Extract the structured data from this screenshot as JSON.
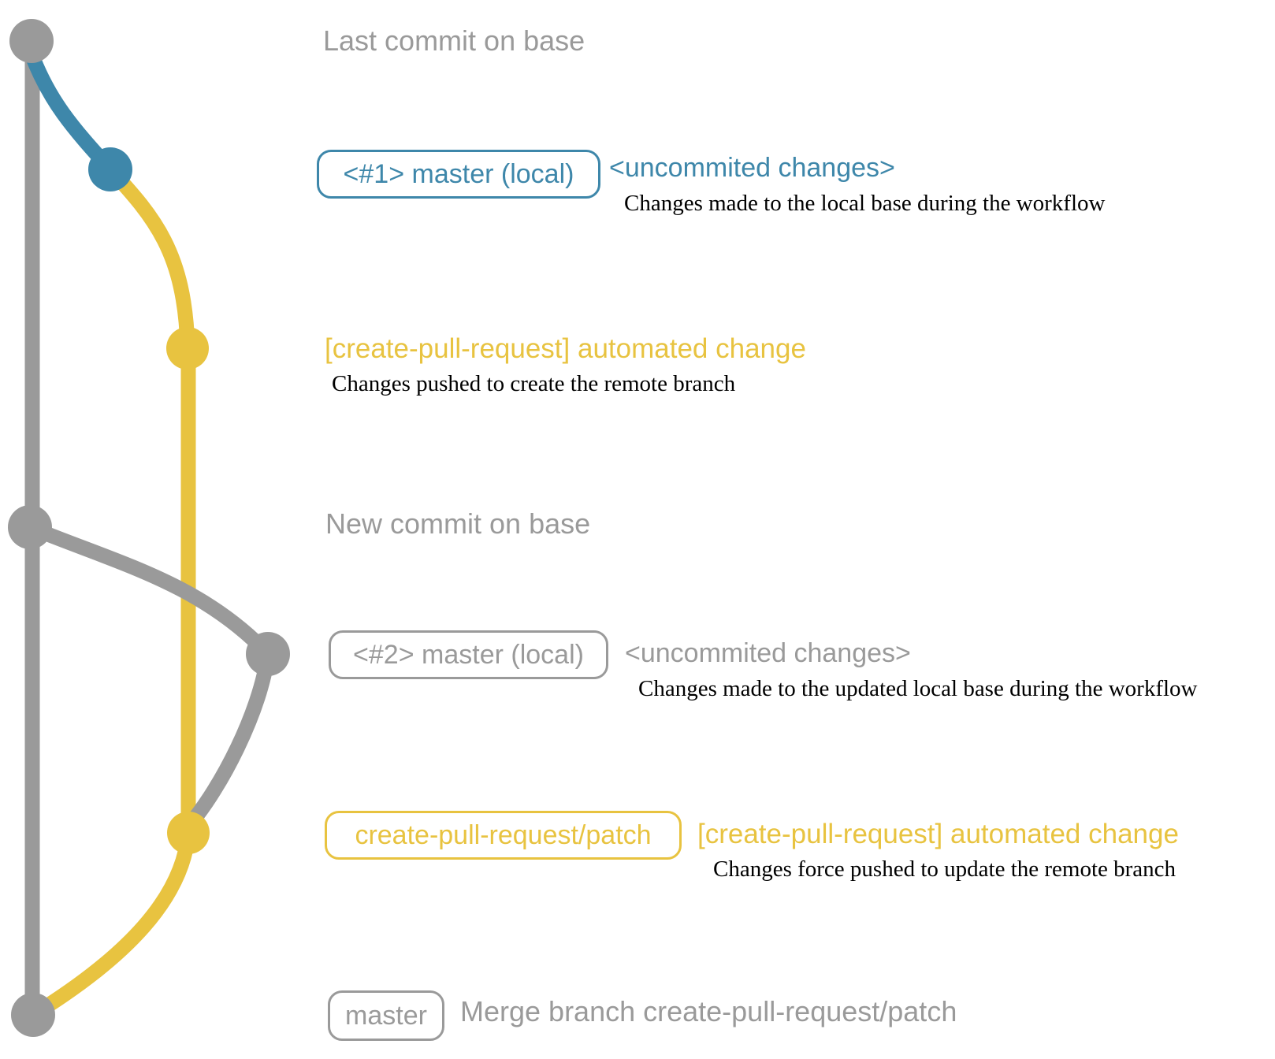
{
  "colors": {
    "gray": "#9a9a9a",
    "blue": "#3e87aa",
    "yellow": "#e8c340",
    "ink": "#000000",
    "bg": "#ffffff"
  },
  "annotations": {
    "header_top": "Last commit on base",
    "row1": {
      "badge": "<#1> master (local)",
      "label": "<uncommited changes>",
      "description": "Changes made to the local base during the workflow"
    },
    "row2": {
      "label": "[create-pull-request] automated change",
      "description": "Changes pushed to create the remote branch"
    },
    "header_mid": "New commit on base",
    "row3": {
      "badge": "<#2> master (local)",
      "label": "<uncommited changes>",
      "description": "Changes made to the updated local base during the workflow"
    },
    "row4": {
      "badge": "create-pull-request/patch",
      "label": "[create-pull-request] automated change",
      "description": "Changes force pushed to update the remote branch"
    },
    "row5": {
      "badge": "master",
      "label": "Merge branch create-pull-request/patch"
    }
  }
}
